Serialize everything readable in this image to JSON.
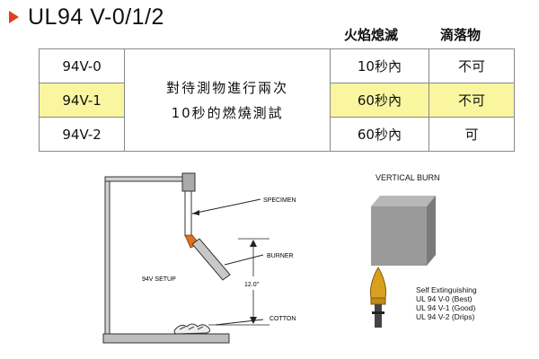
{
  "title": "UL94  V-0/1/2",
  "headers": {
    "flame": "火焰熄滅",
    "drip": "滴落物"
  },
  "rows": [
    {
      "rating": "94V-0",
      "time": "10秒內",
      "drip": "不可"
    },
    {
      "rating": "94V-1",
      "time": "60秒內",
      "drip": "不可"
    },
    {
      "rating": "94V-2",
      "time": "60秒內",
      "drip": "可"
    }
  ],
  "test_note": {
    "line1": "對待測物進行兩次",
    "line2": "10秒的燃燒測試"
  },
  "setup_labels": {
    "specimen": "SPECIMEN",
    "burner": "BURNER",
    "setup": "94V SETUP",
    "distance": "12.0\"",
    "cotton": "COTTON"
  },
  "vertical_burn": {
    "title": "VERTICAL BURN",
    "legend": [
      "Self Extinguishing",
      "UL 94  V-0 (Best)",
      "UL 94  V-1 (Good)",
      "UL 94  V-2 (Drips)"
    ]
  },
  "colors": {
    "accent": "#e0401f",
    "highlight": "#faf6a0",
    "flame": "#d9a020"
  }
}
